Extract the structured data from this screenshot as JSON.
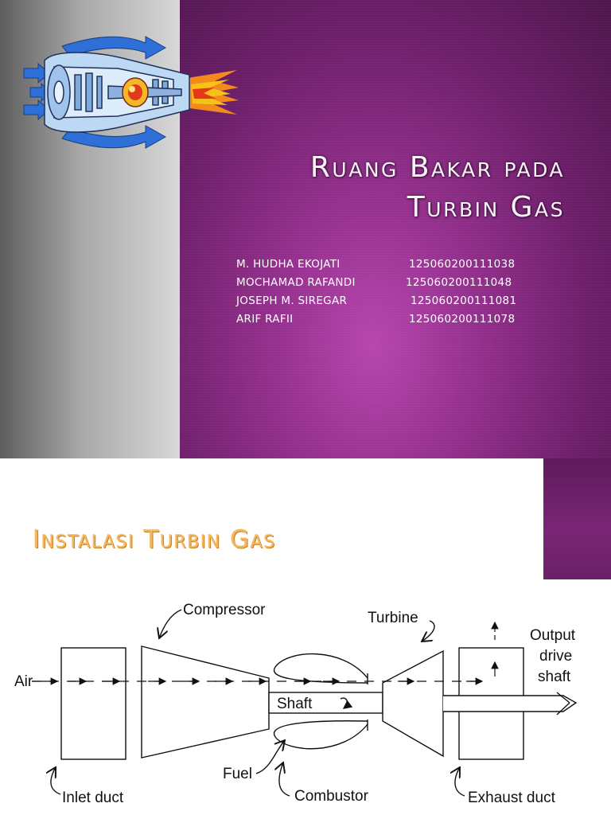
{
  "slide1": {
    "title_line1": "Ruang Bakar pada",
    "title_line2": "Turbin Gas",
    "authors": [
      {
        "name": "M. HUDHA EKOJATI",
        "nim": "125060200111038"
      },
      {
        "name": "MOCHAMAD RAFANDI",
        "nim": "125060200111048"
      },
      {
        "name": "JOSEPH M. SIREGAR",
        "nim": "125060200111081"
      },
      {
        "name": "ARIF RAFII",
        "nim": "125060200111078"
      }
    ],
    "image_icon": "jet-engine-illustration",
    "colors": {
      "accent_purple": "#95308e",
      "panel_gray": "#a8a8a8"
    }
  },
  "slide2": {
    "title": "Instalasi Turbin Gas",
    "title_color": "#f3b660",
    "diagram": {
      "labels": {
        "air": "Air",
        "compressor": "Compressor",
        "turbine": "Turbine",
        "output": [
          "Output",
          "drive",
          "shaft"
        ],
        "shaft": "Shaft",
        "fuel": "Fuel",
        "combustor": "Combustor",
        "inlet_duct": "Inlet duct",
        "exhaust_duct": "Exhaust duct"
      }
    }
  }
}
